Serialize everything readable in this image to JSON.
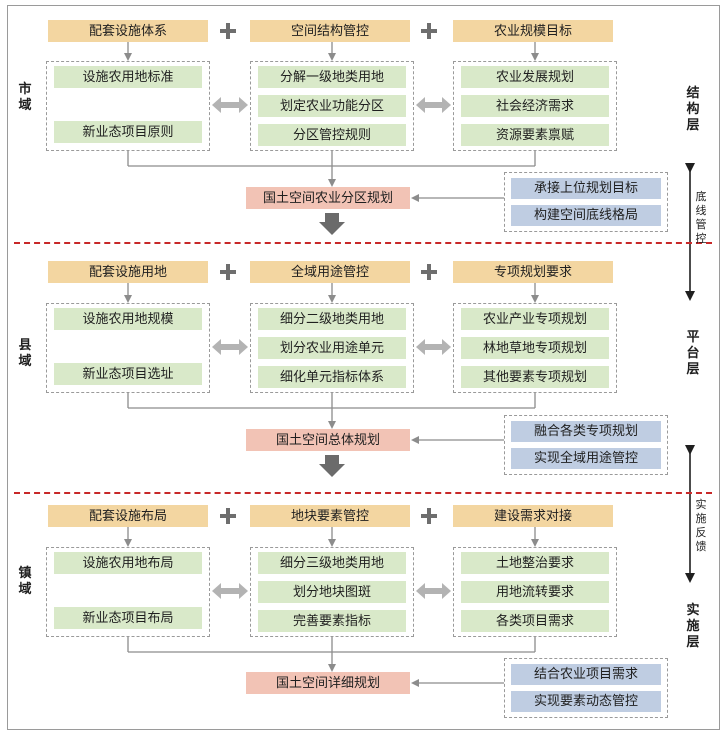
{
  "sections": [
    {
      "region": "市域",
      "tops": [
        "配套设施体系",
        "空间结构管控",
        "农业规模目标"
      ],
      "left": [
        "设施农用地标准",
        "新业态项目原则"
      ],
      "middle": [
        "分解一级地类用地",
        "划定农业功能分区",
        "分区管控规则"
      ],
      "right": [
        "农业发展规划",
        "社会经济需求",
        "资源要素禀赋"
      ],
      "result": "国土空间农业分区规划",
      "side": [
        "承接上位规划目标",
        "构建空间底线格局"
      ]
    },
    {
      "region": "县域",
      "tops": [
        "配套设施用地",
        "全域用途管控",
        "专项规划要求"
      ],
      "left": [
        "设施农用地规模",
        "新业态项目选址"
      ],
      "middle": [
        "细分二级地类用地",
        "划分农业用途单元",
        "细化单元指标体系"
      ],
      "right": [
        "农业产业专项规划",
        "林地草地专项规划",
        "其他要素专项规划"
      ],
      "result": "国土空间总体规划",
      "side": [
        "融合各类专项规划",
        "实现全域用途管控"
      ]
    },
    {
      "region": "镇域",
      "tops": [
        "配套设施布局",
        "地块要素管控",
        "建设需求对接"
      ],
      "left": [
        "设施农用地布局",
        "新业态项目布局"
      ],
      "middle": [
        "细分三级地类用地",
        "划分地块图斑",
        "完善要素指标"
      ],
      "right": [
        "土地整治要求",
        "用地流转要求",
        "各类项目需求"
      ],
      "result": "国土空间详细规划",
      "side": [
        "结合农业项目需求",
        "实现要素动态管控"
      ]
    }
  ],
  "layers": [
    "结构层",
    "平台层",
    "实施层"
  ],
  "arrows": [
    "底线管控",
    "实施反馈"
  ],
  "colors": {
    "top_box": "#f3d6a1",
    "green_box": "#d9e9c9",
    "blue_box": "#bfcde2",
    "result_box": "#f2c3b5",
    "separator": "#c82828",
    "connector": "#8c8c8c"
  }
}
